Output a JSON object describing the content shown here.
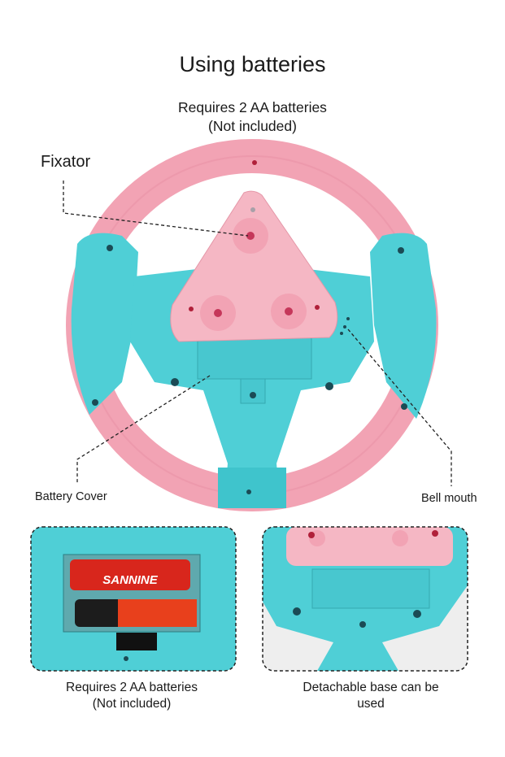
{
  "title": "Using batteries",
  "subtitle": {
    "line1": "Requires 2 AA batteries",
    "line2": "(Not included)"
  },
  "callouts": {
    "fixator": "Fixator",
    "battery_cover": "Battery Cover",
    "bell_mouth": "Bell mouth"
  },
  "panels": [
    {
      "caption_line1": "Requires 2 AA batteries",
      "caption_line2": "(Not included)",
      "battery_logo": "SANNINE"
    },
    {
      "caption_line1": "Detachable base can be",
      "caption_line2": "used"
    }
  ],
  "colors": {
    "pink": "#f2a3b4",
    "pink_light": "#f5b7c4",
    "teal": "#4fcfd6",
    "teal_dark": "#3bb8c0",
    "battery_red": "#d8261c"
  }
}
